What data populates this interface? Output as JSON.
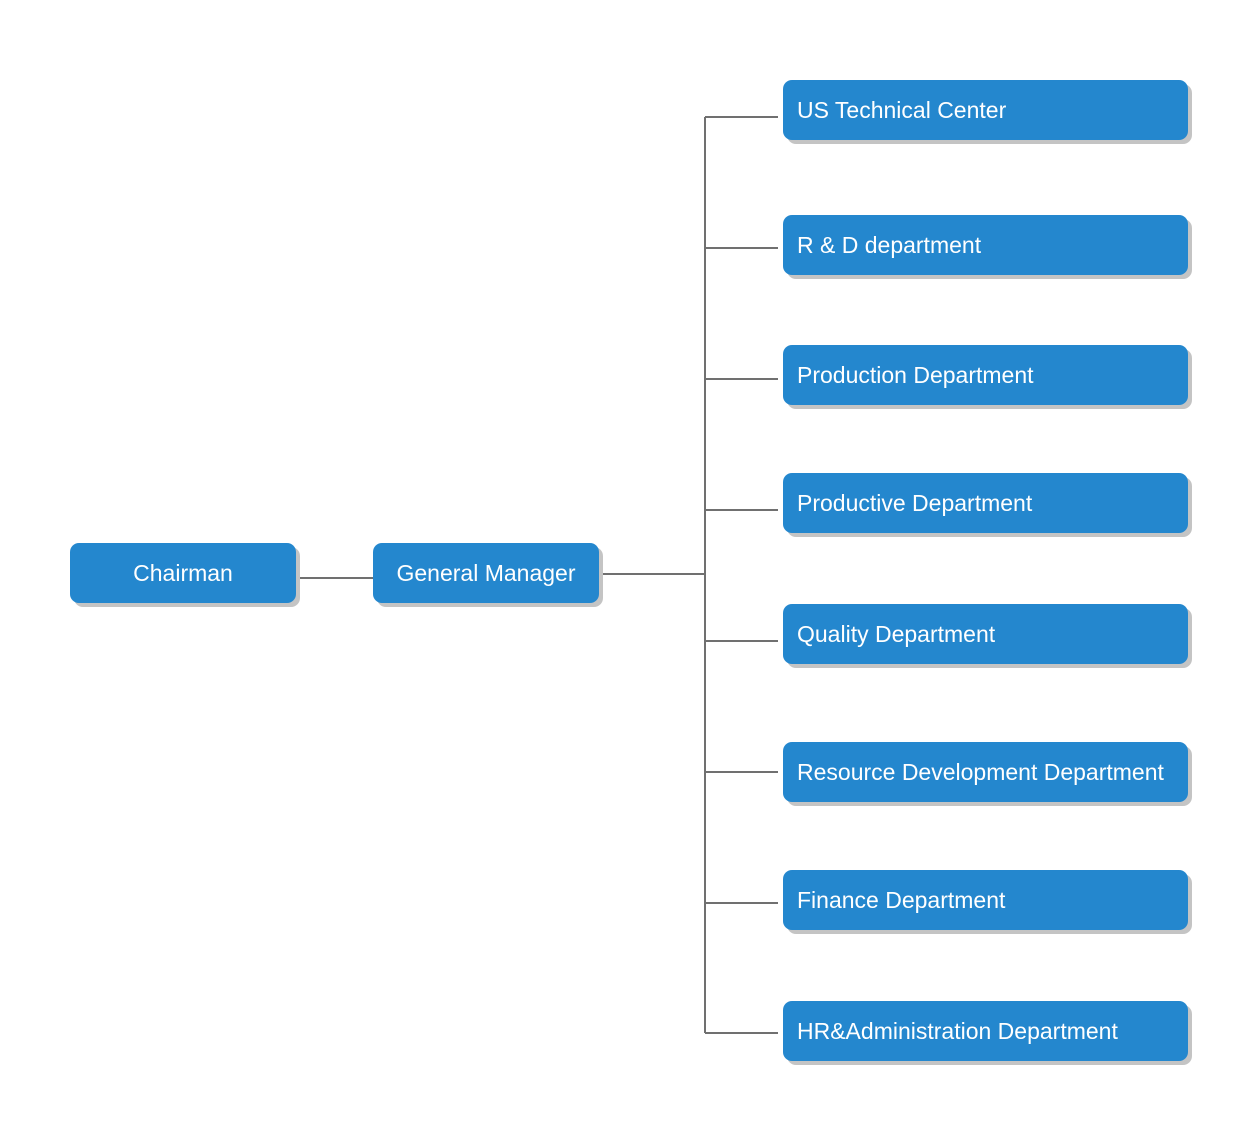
{
  "colors": {
    "node_fill": "#2487ce",
    "node_text": "#ffffff",
    "connector": "#707070",
    "node_shadow": "#c4c4c4"
  },
  "chairman": {
    "label": "Chairman"
  },
  "general_manager": {
    "label": "General Manager"
  },
  "departments": [
    {
      "label": "US Technical Center"
    },
    {
      "label": "R & D department"
    },
    {
      "label": "Production Department"
    },
    {
      "label": "Productive Department"
    },
    {
      "label": "Quality Department"
    },
    {
      "label": "Resource Development Department"
    },
    {
      "label": "Finance Department"
    },
    {
      "label": "HR&Administration Department"
    }
  ]
}
